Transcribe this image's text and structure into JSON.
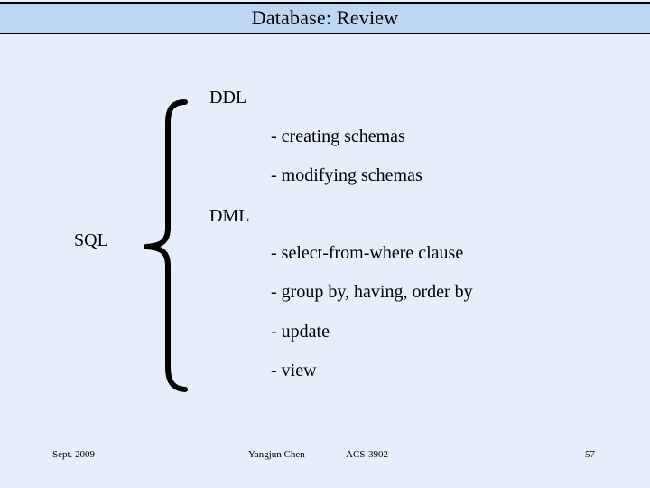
{
  "slide": {
    "title": "Database: Review",
    "background_color": "#e6eff9",
    "title_bar_color": "#bdd7f2",
    "text_color": "#000000"
  },
  "diagram": {
    "brace_label": "SQL",
    "brace_icon": "left-curly-brace-icon",
    "groups": [
      {
        "label": "DDL",
        "items": [
          "- creating schemas",
          "- modifying schemas"
        ]
      },
      {
        "label": "DML",
        "items": [
          "- select-from-where clause",
          "- group by, having, order by",
          "- update",
          "- view"
        ]
      }
    ]
  },
  "footer": {
    "date": "Sept. 2009",
    "author": "Yangjun Chen",
    "course": "ACS-3902",
    "page_number": "57"
  }
}
